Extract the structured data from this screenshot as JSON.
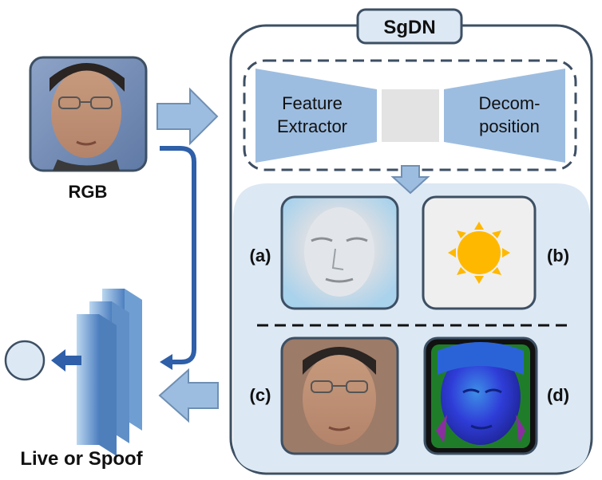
{
  "title": "SgDN",
  "input_label": "RGB",
  "output_label": "Live or Spoof",
  "network": {
    "encoder_label_line1": "Feature",
    "encoder_label_line2": "Extractor",
    "decoder_label_line1": "Decom-",
    "decoder_label_line2": "position"
  },
  "panels": {
    "a": "(a)",
    "b": "(b)",
    "c": "(c)",
    "d": "(d)"
  },
  "icons": {
    "input": "face-photo-icon",
    "albedo": "albedo-face-icon",
    "illumination": "sun-icon",
    "reconstruction": "face-photo-icon",
    "normal": "normal-map-face-icon",
    "classifier": "stacked-layers-icon",
    "output": "circle-node-icon"
  },
  "colors": {
    "box_border": "#3d4f63",
    "shape_fill": "#9dbde0",
    "lower_panel": "#dce8f4",
    "arrow_blue": "#2e5fa8",
    "arrow_fill": "#9dbde0",
    "sun": "#ffb800"
  }
}
